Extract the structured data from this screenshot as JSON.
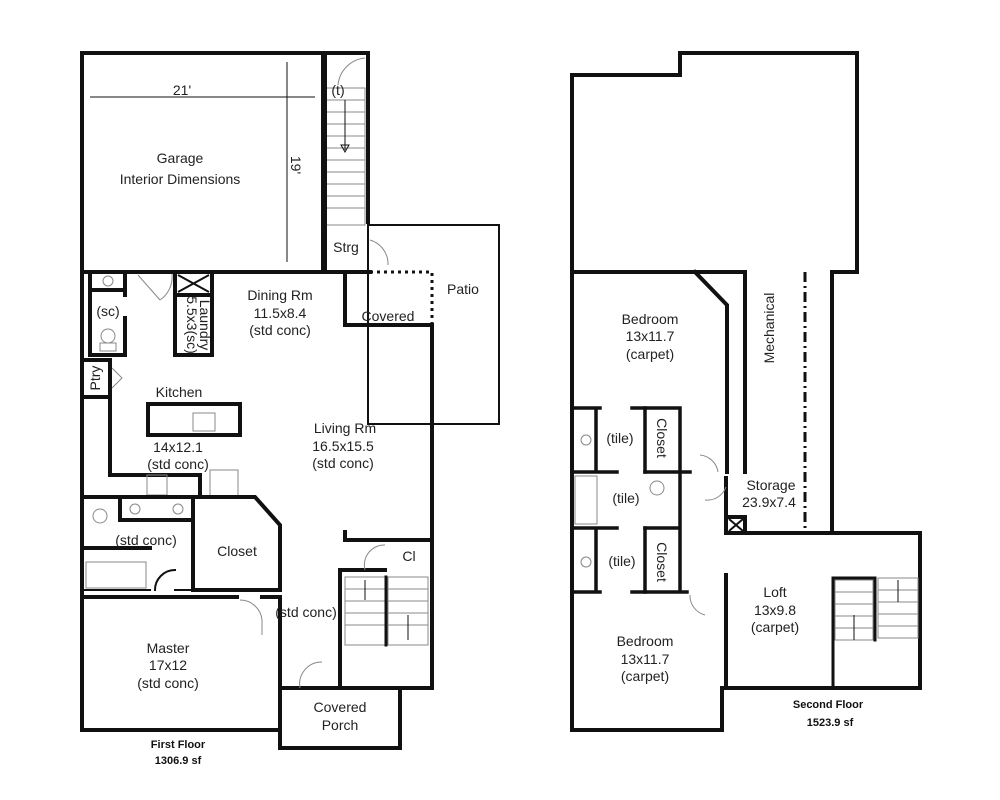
{
  "first_floor": {
    "title": "First Floor",
    "area": "1306.9 sf",
    "garage": {
      "name": "Garage",
      "note": "Interior Dimensions",
      "width": "21'",
      "depth": "19'"
    },
    "stair_top_label": "(t)",
    "storage": "Strg",
    "patio": "Patio",
    "covered": "Covered",
    "half_bath": "(sc)",
    "laundry": {
      "name": "Laundry",
      "size": "5.5x3(sc)"
    },
    "dining": {
      "name": "Dining Rm",
      "size": "11.5x8.4",
      "floor": "(std conc)"
    },
    "pantry": "Ptry",
    "kitchen": {
      "name": "Kitchen",
      "size": "14x12.1",
      "floor": "(std conc)"
    },
    "living": {
      "name": "Living Rm",
      "size": "16.5x15.5",
      "floor": "(std conc)"
    },
    "master_bath": "(std conc)",
    "closet": "Closet",
    "hall_closet": "Cl",
    "hall": "(std conc)",
    "master": {
      "name": "Master",
      "size": "17x12",
      "floor": "(std conc)"
    },
    "porch": {
      "line1": "Covered",
      "line2": "Porch"
    }
  },
  "second_floor": {
    "title": "Second Floor",
    "area": "1523.9 sf",
    "bedroom1": {
      "name": "Bedroom",
      "size": "13x11.7",
      "floor": "(carpet)"
    },
    "mechanical": "Mechanical",
    "bath_top": "(tile)",
    "bath_mid": "(tile)",
    "bath_bottom": "(tile)",
    "closet_top": "Closet",
    "closet_bottom": "Closet",
    "storage": {
      "name": "Storage",
      "size": "23.9x7.4"
    },
    "loft": {
      "name": "Loft",
      "size": "13x9.8",
      "floor": "(carpet)"
    },
    "bedroom2": {
      "name": "Bedroom",
      "size": "13x11.7",
      "floor": "(carpet)"
    }
  }
}
